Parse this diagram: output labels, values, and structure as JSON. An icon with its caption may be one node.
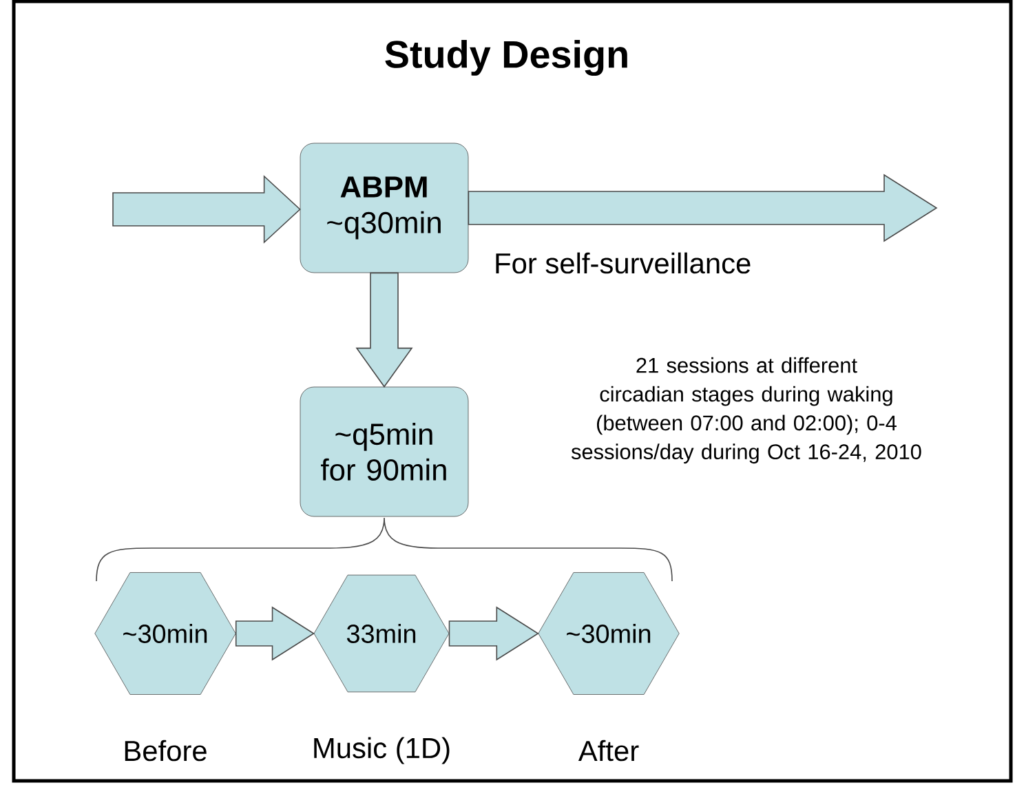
{
  "diagram": {
    "title": "Study Design",
    "nodes": [
      {
        "text": [
          "ABPM",
          "~q30min"
        ]
      },
      {
        "text": [
          "~q5min for 90min"
        ]
      },
      {
        "text": [
          "~30min"
        ],
        "beside": [
          "Before"
        ]
      },
      {
        "text": [
          "33min"
        ],
        "beside": [
          "Music (1D)"
        ]
      },
      {
        "text": [
          "~30min"
        ],
        "beside": [
          "After"
        ]
      }
    ],
    "edges": [
      {
        "from": null,
        "to": 0,
        "arrow": "to"
      },
      {
        "from": 0,
        "to": null,
        "arrow": "to",
        "label": "For self-surveillance"
      },
      {
        "from": 0,
        "to": 1,
        "arrow": "to"
      },
      {
        "from": 2,
        "to": 3,
        "arrow": "to"
      },
      {
        "from": 3,
        "to": 4,
        "arrow": "to"
      }
    ],
    "labels": [
      "21 sessions at different circadian stages during waking (between 07:00 and 02:00); 0-4 sessions/day during Oct 16-24, 2010"
    ]
  }
}
